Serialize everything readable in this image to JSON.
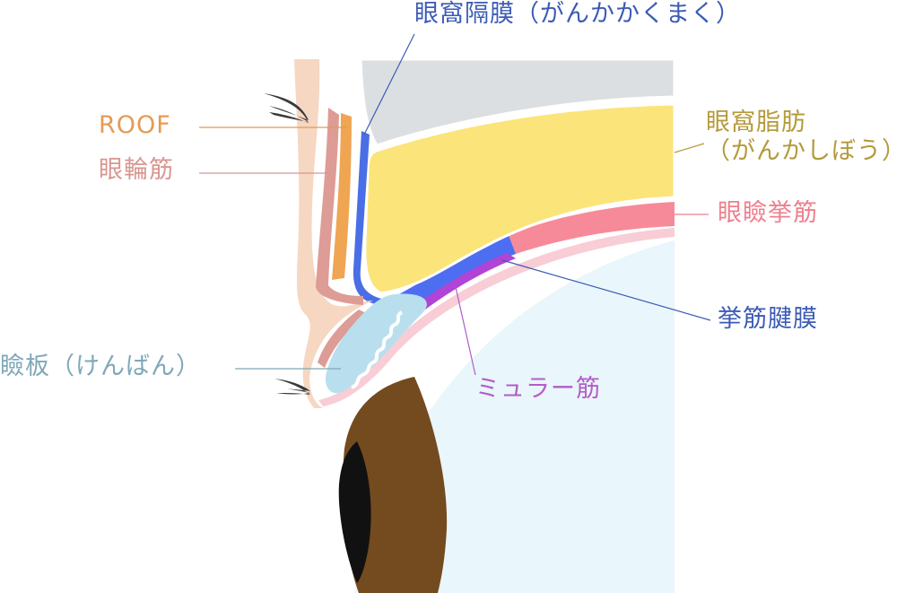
{
  "colors": {
    "skin": "#f6d7c2",
    "skin_line": "#ffffff",
    "bone": "#dcdfe1",
    "fat": "#fbe47a",
    "septum": "#4a6ee6",
    "roof": "#efa552",
    "orbicularis": "#dd9c95",
    "levator": "#f78a98",
    "aponeurosis": "#4e6ef2",
    "muller": "#b044d6",
    "conjunctiva": "#f8cdd6",
    "tarsus": "#b9dfee",
    "sclera": "#e9f6fb",
    "iris": "#744a1f",
    "pupil": "#111111",
    "lash": "#3a3a3a"
  },
  "labels": {
    "septum": {
      "text": "眼窩隔膜（がんかかくまく）",
      "color": "#3c5bb5"
    },
    "roof": {
      "text": "ROOF",
      "color": "#e49b52"
    },
    "orbicularis": {
      "text": "眼輪筋",
      "color": "#d89690"
    },
    "fat_line1": {
      "text": "眼窩脂肪",
      "color": "#b49a3a"
    },
    "fat_line2": {
      "text": "（がんかしぼう）",
      "color": "#b49a3a"
    },
    "levator": {
      "text": "眼瞼挙筋",
      "color": "#ee7f8e"
    },
    "aponeurosis": {
      "text": "挙筋腱膜",
      "color": "#3c5bb5"
    },
    "tarsus": {
      "text": "瞼板（けんばん）",
      "color": "#7fa8b8"
    },
    "muller": {
      "text": "ミュラー筋",
      "color": "#b25cc9"
    }
  }
}
